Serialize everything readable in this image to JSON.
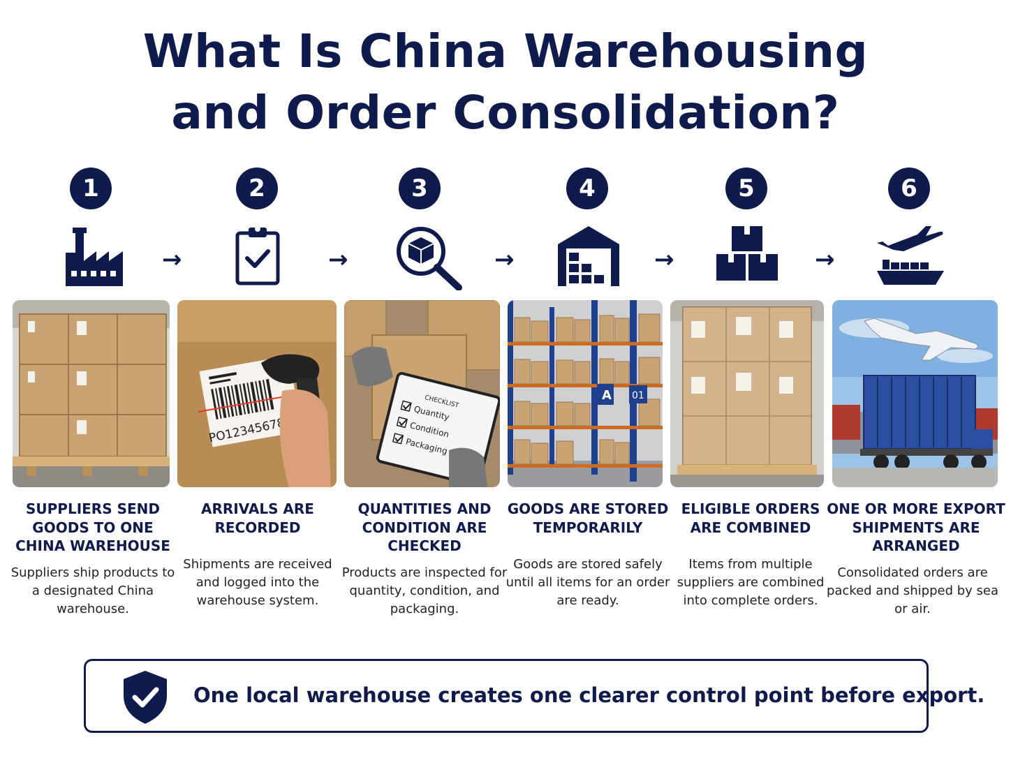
{
  "title": {
    "line1": "What Is China Warehousing",
    "line2": "and Order Consolidation?"
  },
  "steps": [
    {
      "number": "1",
      "icon": "factory-icon",
      "title": "SUPPLIERS SEND GOODS TO ONE CHINA WAREHOUSE",
      "description": "Suppliers ship products to a designated China warehouse."
    },
    {
      "number": "2",
      "icon": "clipboard-check-icon",
      "title": "ARRIVALS ARE RECORDED",
      "description": "Shipments are received and logged into the warehouse system.",
      "photo_label": "PO12345678"
    },
    {
      "number": "3",
      "icon": "magnifier-box-icon",
      "title": "QUANTITIES AND CONDITION ARE CHECKED",
      "description": "Products are inspected for quantity, condition, and packaging.",
      "checklist": {
        "heading": "CHECKLIST",
        "items": [
          "Quantity",
          "Condition",
          "Packaging"
        ]
      }
    },
    {
      "number": "4",
      "icon": "warehouse-icon",
      "title": "GOODS ARE STORED TEMPORARILY",
      "description": "Goods are stored safely until all items for an order are ready.",
      "rack_labels": [
        "A",
        "01"
      ]
    },
    {
      "number": "5",
      "icon": "stacked-boxes-icon",
      "title": "ELIGIBLE ORDERS ARE COMBINED",
      "description": "Items from multiple suppliers are combined into complete orders."
    },
    {
      "number": "6",
      "icon": "plane-ship-icon",
      "title": "ONE OR MORE EXPORT SHIPMENTS ARE ARRANGED",
      "description": "Consolidated orders are packed and shipped by sea or air."
    }
  ],
  "arrow_glyph": "→",
  "callout": {
    "icon": "shield-check-icon",
    "text": "One local warehouse creates one clearer control point before export."
  },
  "colors": {
    "navy": "#0f1b4c",
    "cardboard": "#c9a373",
    "rack_blue": "#1f3f8f",
    "rack_orange": "#d06a1e",
    "container_blue": "#2d4fa3"
  }
}
